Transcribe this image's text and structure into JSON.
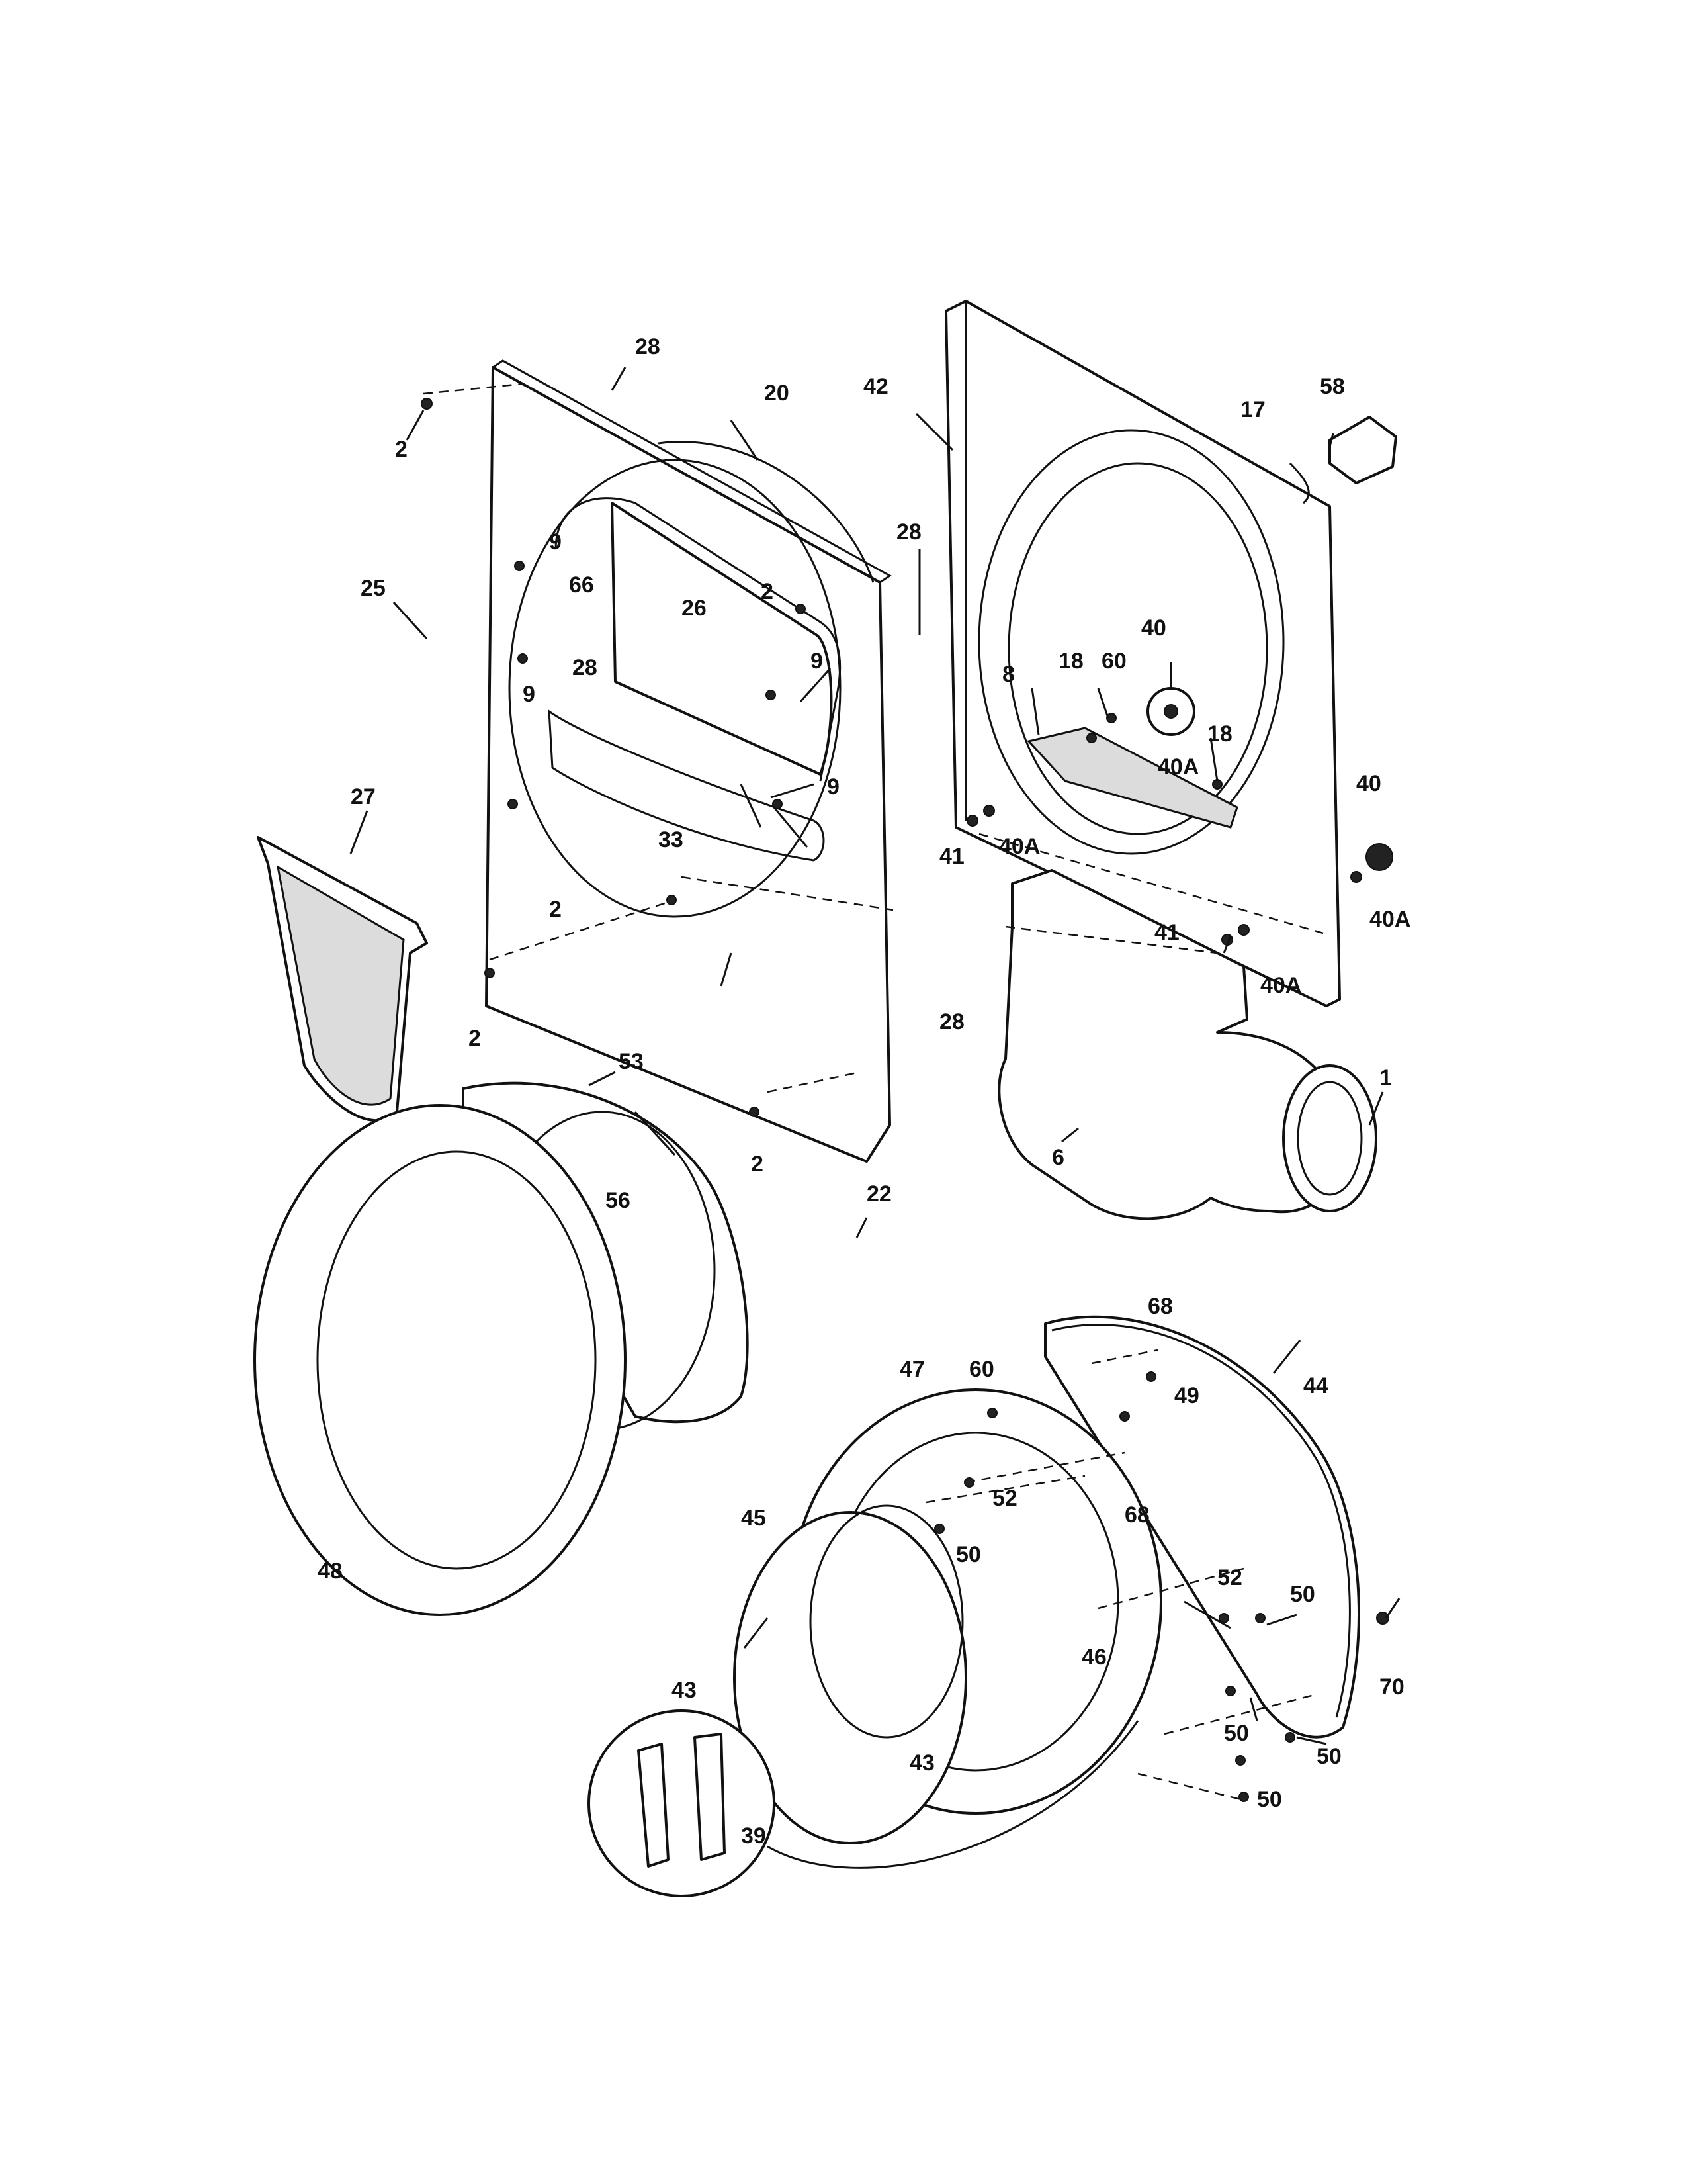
{
  "callouts": {
    "c1": "1",
    "c2a": "2",
    "c2b": "2",
    "c2c": "2",
    "c2d": "2",
    "c2e": "2",
    "c6": "6",
    "c8": "8",
    "c9a": "9",
    "c9b": "9",
    "c9c": "9",
    "c9d": "9",
    "c17": "17",
    "c18a": "18",
    "c18b": "18",
    "c20": "20",
    "c22": "22",
    "c25": "25",
    "c26": "26",
    "c27": "27",
    "c28a": "28",
    "c28b": "28",
    "c28c": "28",
    "c28d": "28",
    "c33": "33",
    "c39": "39",
    "c40a": "40",
    "c40b": "40",
    "c40Aa": "40A",
    "c40Ab": "40A",
    "c40Ac": "40A",
    "c40Ad": "40A",
    "c41a": "41",
    "c41b": "41",
    "c42": "42",
    "c43a": "43",
    "c43b": "43",
    "c44": "44",
    "c45": "45",
    "c46": "46",
    "c47": "47",
    "c48": "48",
    "c49": "49",
    "c50a": "50",
    "c50b": "50",
    "c50c": "50",
    "c50d": "50",
    "c50e": "50",
    "c52a": "52",
    "c52b": "52",
    "c53": "53",
    "c56": "56",
    "c58": "58",
    "c60a": "60",
    "c60b": "60",
    "c66": "66",
    "c68a": "68",
    "c68b": "68",
    "c70": "70"
  }
}
